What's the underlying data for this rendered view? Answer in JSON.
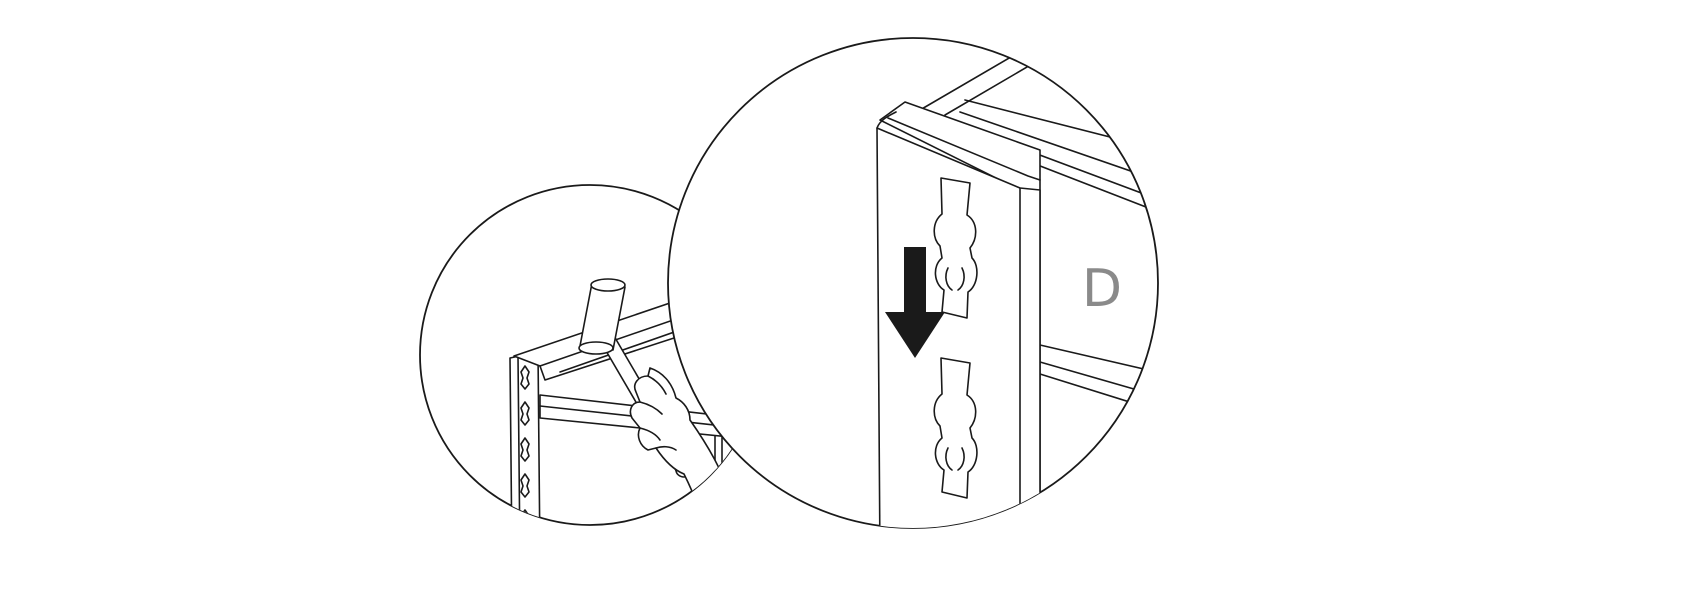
{
  "figure": {
    "part_label": "D",
    "label_color": "#8a8a8a",
    "line_color": "#1a1a1a",
    "arrow_color": "#1a1a1a",
    "detail_left": "hammer-tapping-shelf-beam",
    "detail_right": "beam-hook-sliding-down-into-upright-slot"
  }
}
